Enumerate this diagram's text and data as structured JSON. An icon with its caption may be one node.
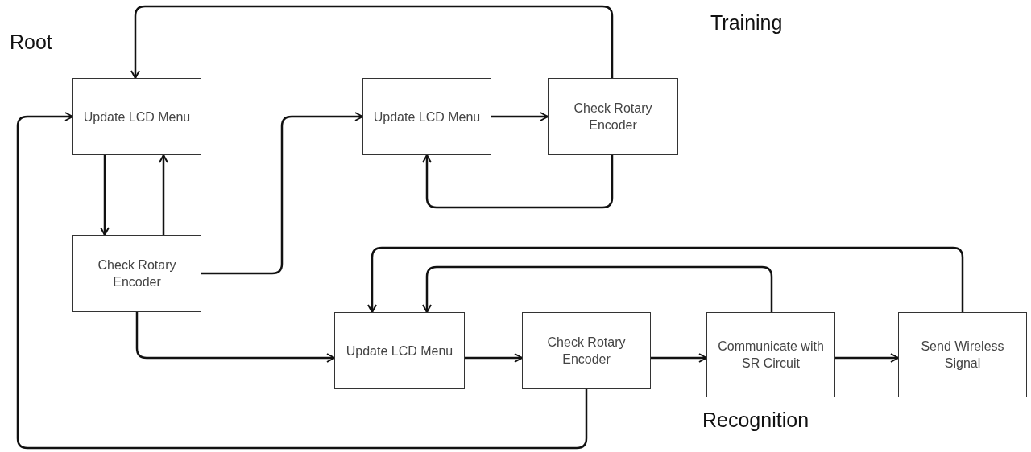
{
  "diagram": {
    "nodes": [
      {
        "text": [
          "Update LCD Menu"
        ]
      },
      {
        "text": [
          "Check Rotary Encoder"
        ]
      },
      {
        "text": [
          "Update LCD Menu"
        ]
      },
      {
        "text": [
          "Check Rotary Encoder"
        ]
      },
      {
        "text": [
          "Update LCD Menu"
        ]
      },
      {
        "text": [
          "Check Rotary Encoder"
        ]
      },
      {
        "text": [
          "Communicate with SR Circuit"
        ]
      },
      {
        "text": [
          "Send Wireless Signal"
        ]
      }
    ],
    "edges": [
      {
        "from": 0,
        "to": 1,
        "arrow": "to"
      },
      {
        "from": 1,
        "to": 0,
        "arrow": "to"
      },
      {
        "from": 1,
        "to": 2,
        "arrow": "to"
      },
      {
        "from": 2,
        "to": 3,
        "arrow": "to"
      },
      {
        "from": 3,
        "to": 0,
        "arrow": "to"
      },
      {
        "from": 3,
        "to": 2,
        "arrow": "to"
      },
      {
        "from": 1,
        "to": 4,
        "arrow": "to"
      },
      {
        "from": 4,
        "to": 5,
        "arrow": "to"
      },
      {
        "from": 5,
        "to": 6,
        "arrow": "to"
      },
      {
        "from": 6,
        "to": 7,
        "arrow": "to"
      },
      {
        "from": 6,
        "to": 4,
        "arrow": "to"
      },
      {
        "from": 7,
        "to": 4,
        "arrow": "to"
      },
      {
        "from": 5,
        "to": 0,
        "arrow": "to"
      }
    ],
    "labels": [
      "Root",
      "Training",
      "Recognition"
    ]
  }
}
